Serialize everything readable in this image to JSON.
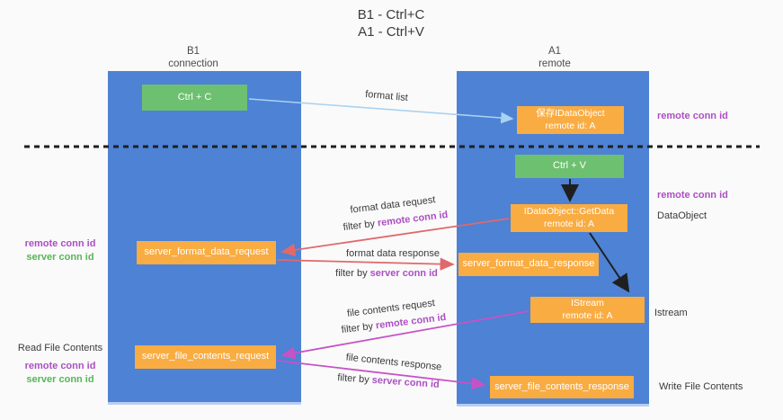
{
  "title": {
    "line1": "B1 - Ctrl+C",
    "line2": "A1 - Ctrl+V"
  },
  "lanes": {
    "left": {
      "name": "B1",
      "role": "connection"
    },
    "right": {
      "name": "A1",
      "role": "remote"
    }
  },
  "nodes": {
    "ctrl_c": "Ctrl + C",
    "ctrl_v": "Ctrl + V",
    "saved_obj_line1": "保存IDataObject",
    "saved_obj_line2": "remote id: A",
    "getdata_line1": "IDataObject::GetData",
    "getdata_line2": "remote id: A",
    "istream_line1": "IStream",
    "istream_line2": "remote id: A",
    "server_format_data_request": "server_format_data_request",
    "server_format_data_response": "server_format_data_response",
    "server_file_contents_request": "server_file_contents_request",
    "server_file_contents_response": "server_file_contents_response"
  },
  "labels": {
    "format_list": "format list",
    "format_data_request": "format data request",
    "format_data_response": "format data response",
    "file_contents_request": "file contents request",
    "file_contents_response": "file contents response",
    "filter_by": "filter by ",
    "remote_conn_id": "remote conn id",
    "server_conn_id": "server conn id",
    "dataobject": "DataObject",
    "istream": "Istream",
    "read_file_contents": "Read File Contents",
    "write_file_contents": "Write File Contents"
  },
  "colors": {
    "lane_blue": "#4d82d4",
    "node_green": "#6ec071",
    "node_orange": "#f9ac42",
    "label_purple": "#ab4fc3",
    "label_green": "#57b657",
    "arrow_light_blue": "#a9d2f0",
    "arrow_salmon": "#e0696b",
    "arrow_magenta": "#c653c6",
    "arrow_black": "#1f1f1f",
    "background": "#fafafa"
  }
}
